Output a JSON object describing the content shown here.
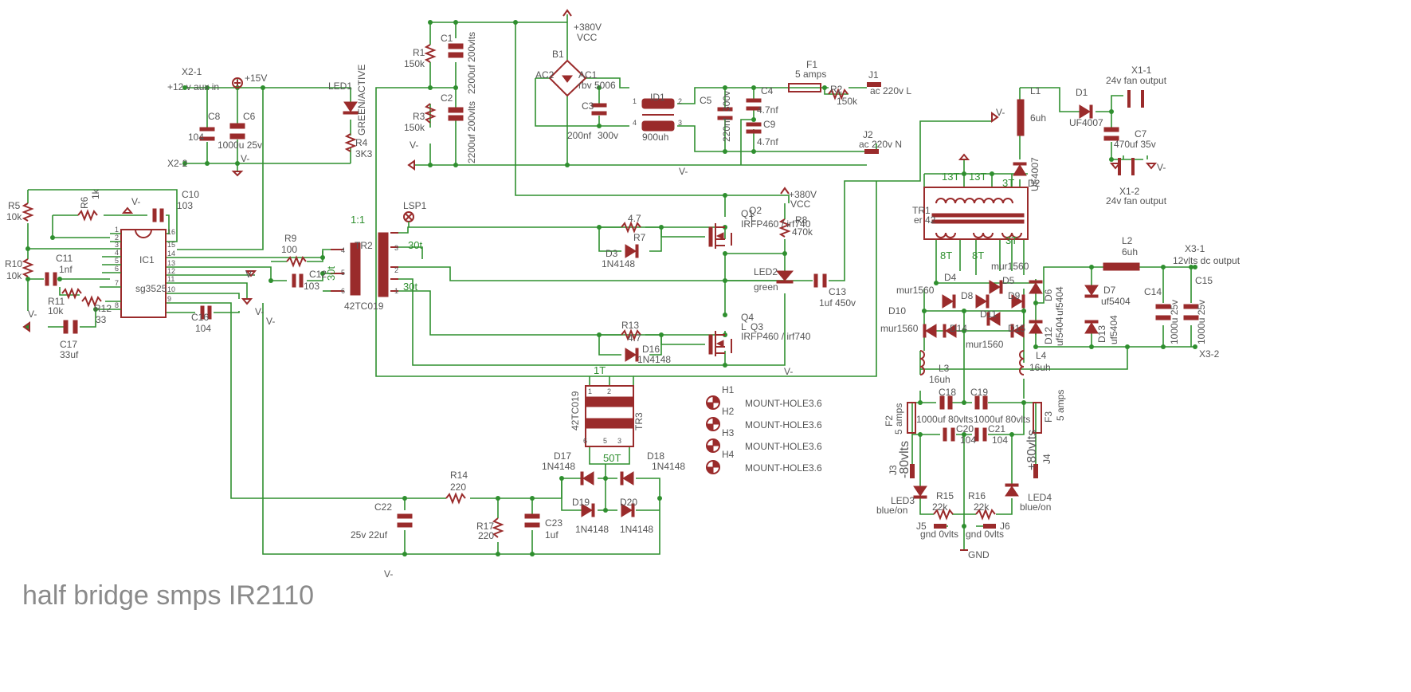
{
  "title": "half bridge smps IR2110",
  "nets": {
    "vcc": "+380V",
    "vcc_name": "VCC",
    "vcc2": "+380V",
    "vcc2_name": "VCC",
    "aux": "+15V",
    "gnd": "GND"
  },
  "connectors": {
    "x2_1": "X2-1",
    "x2_1_desc": "+12 v aux in",
    "x2_2": "X2-2",
    "j1": "J1",
    "j1_desc": "ac 220v L",
    "j2": "J2",
    "j2_desc": "ac 220v N",
    "x1_1": "X1-1",
    "x1_1_desc": "24v fan output",
    "x1_2": "X1-2",
    "x1_2_desc": "24v fan output",
    "x3_1": "X3-1",
    "x3_1_desc": "12vlts dc output",
    "x3_2": "X3-2",
    "j3": "J3",
    "j3_desc": "-80vlts",
    "j4": "J4",
    "j4_desc": "+80vlts",
    "j5": "J5",
    "j5_desc": "gnd 0vlts",
    "j6": "J6",
    "j6_desc": "gnd 0vlts"
  },
  "components": {
    "r1": "R1",
    "r1v": "150k",
    "r3": "R3",
    "r3v": "150k",
    "c1": "C1",
    "c1v": "2200uf 200vlts",
    "c2": "C2",
    "c2v": "2200uf 200vlts",
    "b1": "B1",
    "b1v": "rbv 5006",
    "ac1": "AC1",
    "ac2": "AC2",
    "c3": "C3",
    "c3v": "200nf",
    "c3v2": "300v",
    "id1": "ID1",
    "id1v": "900uh",
    "c5": "C5",
    "c5v": "220nf",
    "c5v2": "300v",
    "c4": "C4",
    "c4v": "4.7nf",
    "c9": "C9",
    "c9v": "4.7nf",
    "f1": "F1",
    "f1v": "5 amps",
    "r2": "R2",
    "r2v": "150k",
    "c8": "C8",
    "c8v": "104",
    "c6": "C6",
    "c6v": "1000u 25v",
    "led1": "LED1",
    "led1v": "GREEN/ACTIVE",
    "r4": "R4",
    "r4v": "3K3",
    "r5": "R5",
    "r5v": "10k",
    "r6": "R6",
    "r6v": "1k",
    "c10": "C10",
    "c10v": "103",
    "r10": "R10",
    "r10v": "10k",
    "c11": "C11",
    "c11v": "1nf",
    "r11": "R11",
    "r11v": "10k",
    "r12": "R12",
    "r12v": "33",
    "c17": "C17",
    "c17v": "33uf",
    "ic1": "IC1",
    "ic1v": "sg3525",
    "c16": "C16",
    "c16v": "104",
    "r9": "R9",
    "r9v": "100",
    "c12": "C12",
    "c12v": "103",
    "tr2": "TR2",
    "tr2v": "42TC019",
    "ratio": "1:1",
    "t30a": "30t",
    "t30b": "30t",
    "t30c": "30t",
    "lsp1": "LSP1",
    "q1": "Q1",
    "q2": "Q2",
    "q1v": "IRFP460 / irf740",
    "q1l": "L",
    "q3": "Q3",
    "q4": "Q4",
    "q3v": "IRFP460 / irf740",
    "q3l": "L",
    "r7": "R7",
    "r7v": "4.7",
    "d3": "D3",
    "d3v": "1N4148",
    "r13": "R13",
    "r13v": "4.7",
    "d16": "D16",
    "d16v": "1N4148",
    "r8": "R8",
    "r8v": "470k",
    "led2": "LED2",
    "led2v": "green",
    "c13": "C13",
    "c13v": "1uf 450v",
    "tr3": "TR3",
    "tr3v": "42TC019",
    "t1": "1T",
    "t50": "50T",
    "d17": "D17",
    "d17v": "1N4148",
    "d18": "D18",
    "d18v": "1N4148",
    "d19": "D19",
    "d19v": "1N4148",
    "d20": "D20",
    "d20v": "1N4148",
    "r14": "R14",
    "r14v": "220",
    "r17": "R17",
    "r17v": "220",
    "c22": "C22",
    "c22v": "25v  22uf",
    "c23": "C23",
    "c23v": "1uf",
    "h1": "H1",
    "h2": "H2",
    "h3": "H3",
    "h4": "H4",
    "mh": "MOUNT-HOLE3.6",
    "tr1": "TR1",
    "tr1v": "er 42",
    "t13a": "13T",
    "t13b": "13T",
    "t3a": "3T",
    "t8a": "8T",
    "t8b": "8T",
    "t3b": "3T",
    "l1": "L1",
    "l1v": "6uh",
    "d1": "D1",
    "d1v": "UF4007",
    "d2": "D2",
    "d2v": "UF4007",
    "c7": "C7",
    "c7v": "470uf 35v",
    "l2": "L2",
    "l2v": "6uh",
    "d6": "D6",
    "d6v": "uf5404",
    "d12": "D12",
    "d12v": "uf5404",
    "d7": "D7",
    "d7v": "uf5404",
    "d13": "D13",
    "d13v": "uf5404",
    "c14": "C14",
    "c14v": "1000u 25v",
    "c15": "C15",
    "c15v": "1000u 25v",
    "d4": "D4",
    "d5": "D5",
    "d8": "D8",
    "d9": "D9",
    "d10": "D10",
    "d11": "D11",
    "d14": "D14",
    "d15": "D15",
    "mur": "mur1560",
    "l3": "L3",
    "l3v": "16uh",
    "l4": "L4",
    "l4v": "16uh",
    "c18": "C18",
    "c18v": "1000uf 80vlts",
    "c19": "C19",
    "c19v": "1000uf 80vlts",
    "c20": "C20",
    "c20v": "104",
    "c21": "C21",
    "c21v": "104",
    "f2": "F2",
    "f2v": "5 amps",
    "f3": "F3",
    "f3v": "5 amps",
    "led3": "LED3",
    "led3v": "blue/on",
    "led4": "LED4",
    "led4v": "blue/on",
    "r15": "R15",
    "r15v": "22k",
    "r16": "R16",
    "r16v": "22k"
  },
  "ic_pins": [
    "1",
    "2",
    "3",
    "4",
    "5",
    "6",
    "7",
    "8",
    "16",
    "15",
    "14",
    "13",
    "12",
    "11",
    "10",
    "9"
  ],
  "colors": {
    "wire": "#2f8f2f",
    "component": "#9a2b2b",
    "text": "#555555",
    "title": "#8a8a8a"
  }
}
